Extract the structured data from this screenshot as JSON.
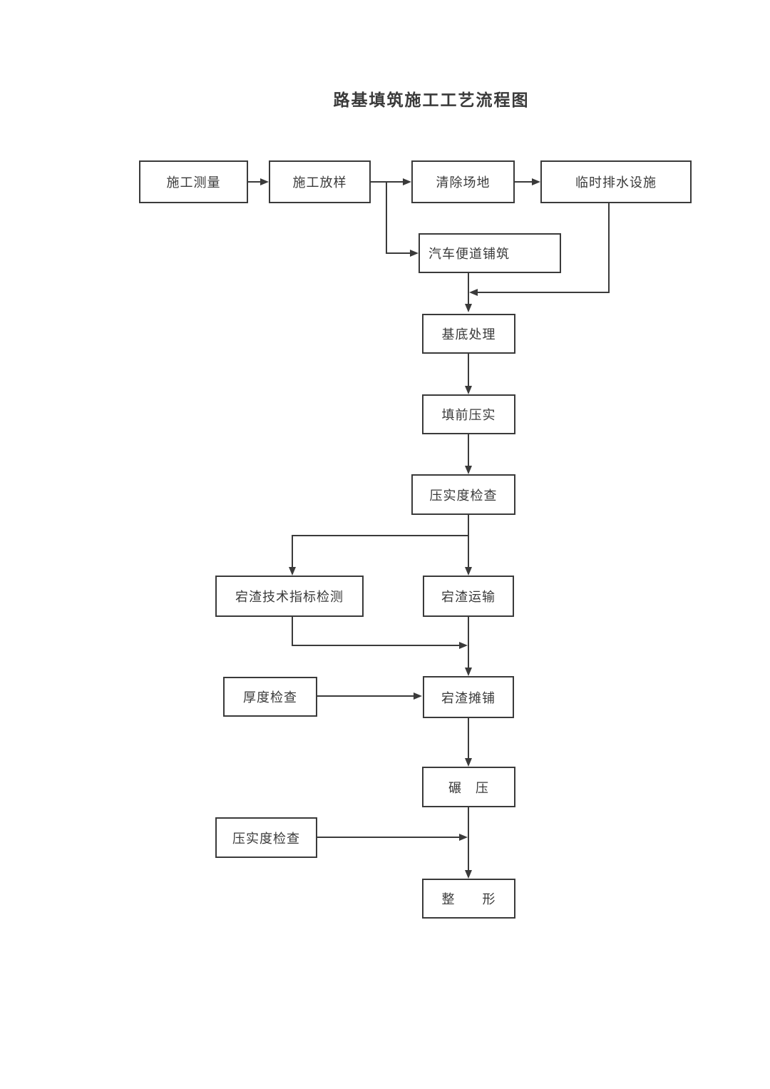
{
  "page": {
    "title": "路基填筑施工工艺流程图"
  },
  "nodes": {
    "survey": "施工测量",
    "setting_out": "施工放样",
    "clear_site": "清除场地",
    "temporary_drainage": "临时排水设施",
    "access_road_paving": "汽车便道铺筑",
    "base_treatment": "基底处理",
    "prefill_compaction": "填前压实",
    "compaction_check_1": "压实度检查",
    "rock_debris_index_test": "宕渣技术指标检测",
    "rock_debris_transport": "宕渣运输",
    "thickness_check": "厚度检查",
    "rock_debris_paving": "宕渣摊铺",
    "rolling": "碾　压",
    "compaction_check_2": "压实度检查",
    "shaping": "整　　形"
  },
  "colors": {
    "line": "#3a3a3a",
    "background": "#ffffff"
  }
}
